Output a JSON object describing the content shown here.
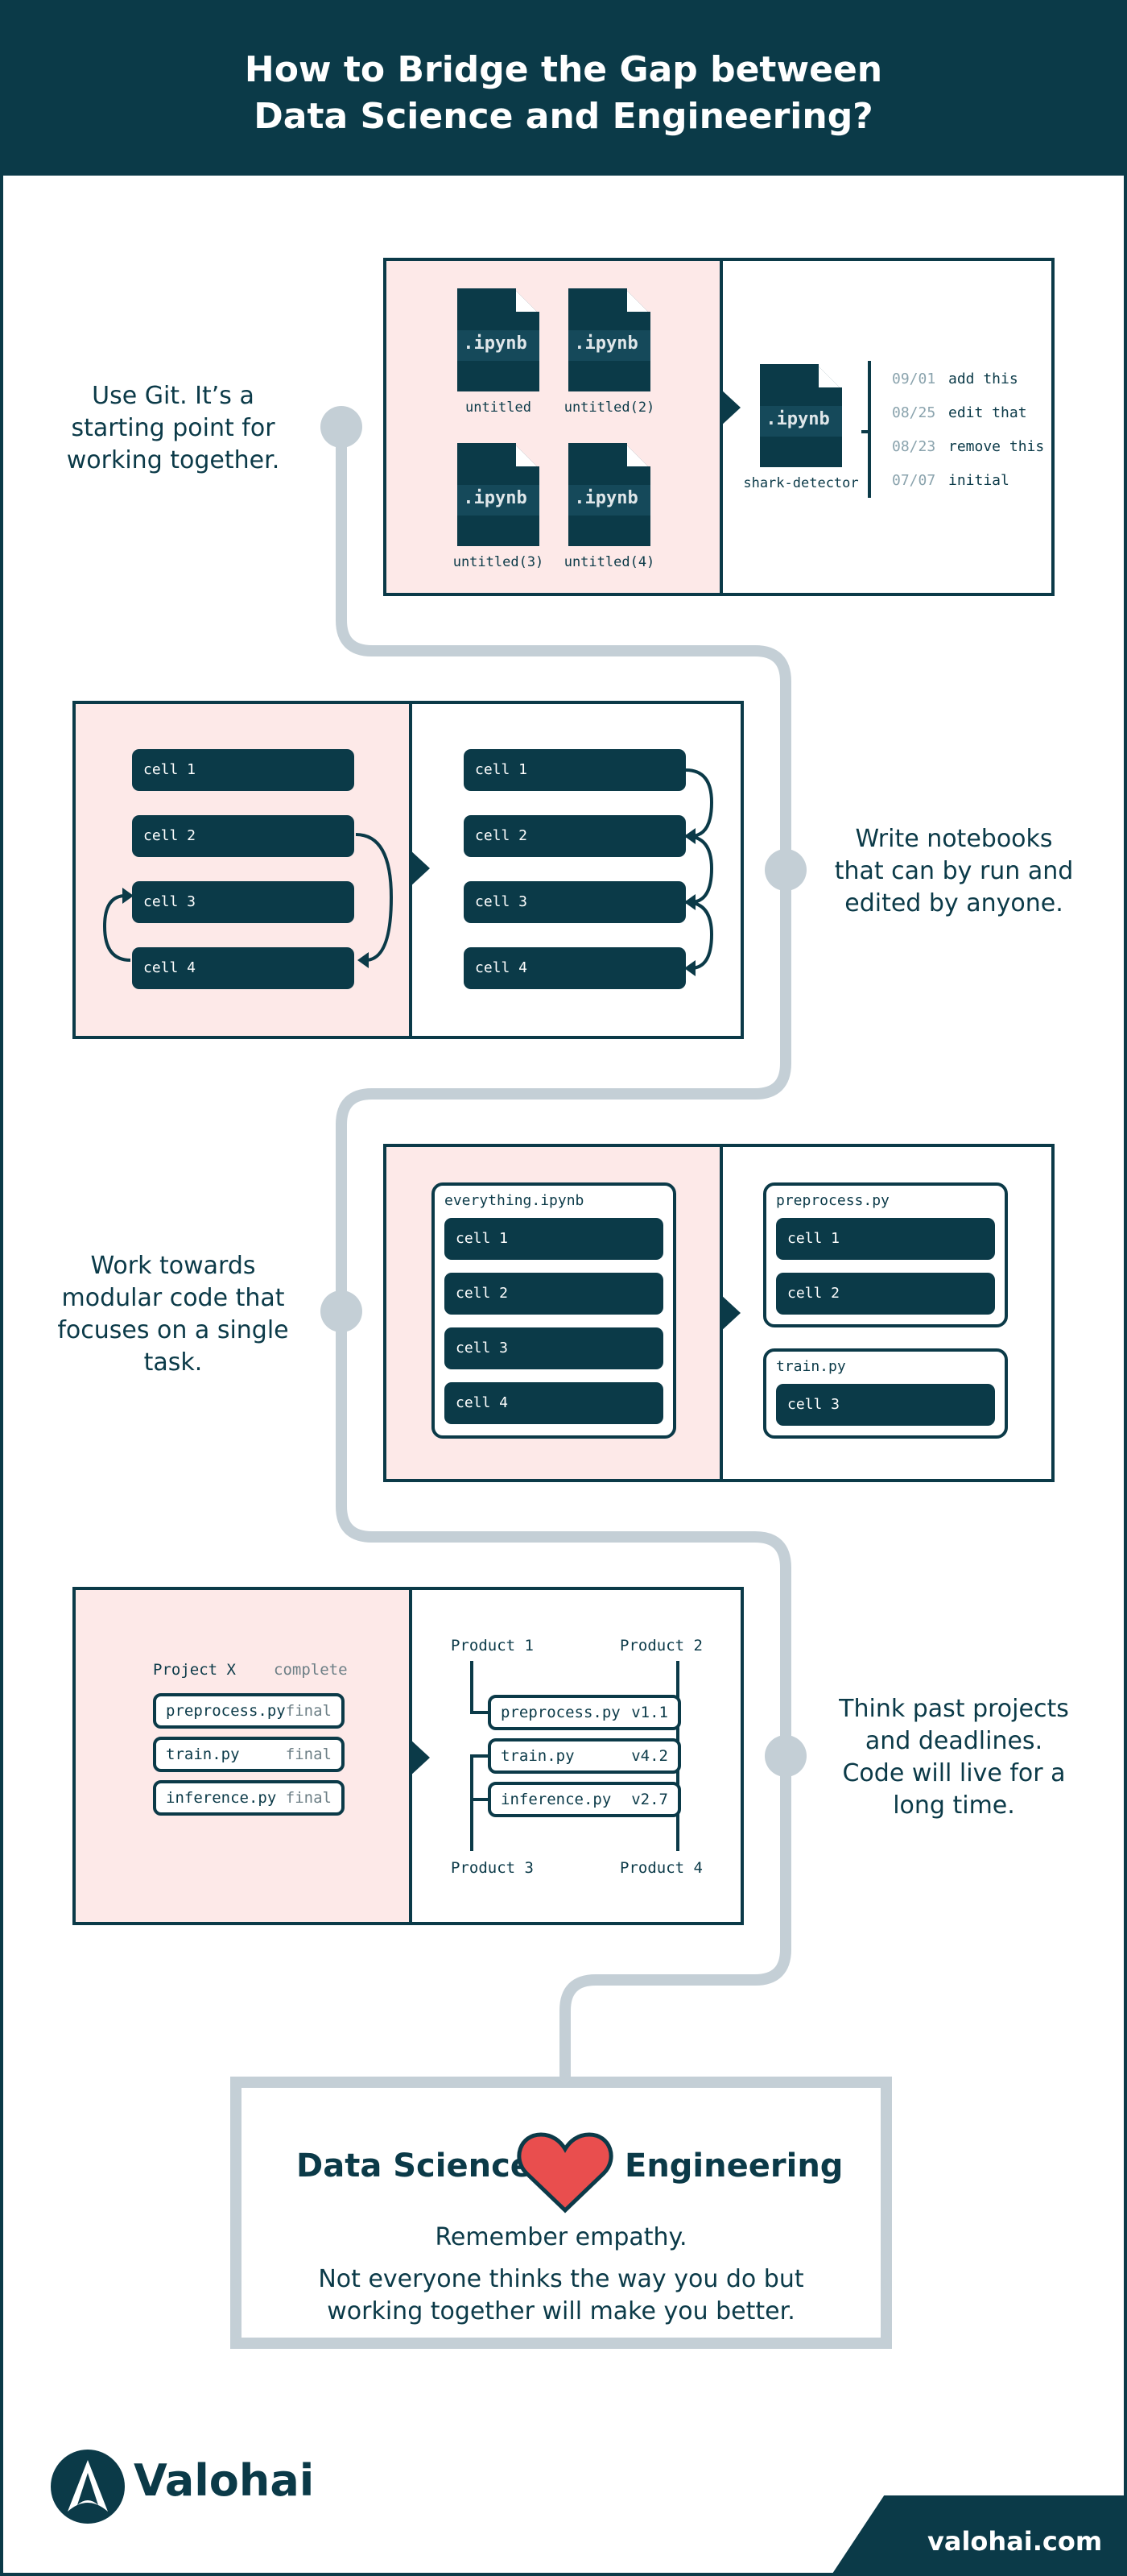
{
  "title": {
    "line1": "How to Bridge the Gap between",
    "line2": "Data Science and Engineering?"
  },
  "colors": {
    "dark": "#0b3a48",
    "pink": "#fde9e8",
    "path_gray": "#c4cfd6",
    "heart": "#e94e4e"
  },
  "steps": [
    {
      "text": [
        "Use Git. It’s a",
        "starting point  for",
        "working together."
      ],
      "files": [
        {
          "ext": ".ipynb",
          "label": "untitled"
        },
        {
          "ext": ".ipynb",
          "label": "untitled(2)"
        },
        {
          "ext": ".ipynb",
          "label": "untitled(3)"
        },
        {
          "ext": ".ipynb",
          "label": "untitled(4)"
        }
      ],
      "result_file": {
        "ext": ".ipynb",
        "label": "shark-detector"
      },
      "commits": [
        {
          "date": "09/01",
          "msg": "add this"
        },
        {
          "date": "08/25",
          "msg": "edit that"
        },
        {
          "date": "08/23",
          "msg": "remove this"
        },
        {
          "date": "07/07",
          "msg": "initial"
        }
      ]
    },
    {
      "text": [
        "Write notebooks",
        "that can by run and",
        "edited by anyone."
      ],
      "before_cells": [
        "cell 1",
        "cell 2",
        "cell 3",
        "cell 4"
      ],
      "after_cells": [
        "cell 1",
        "cell 2",
        "cell 3",
        "cell 4"
      ]
    },
    {
      "text": [
        "Work towards",
        "modular code that",
        "focuses on a single",
        "task."
      ],
      "notebook": {
        "name": "everything.ipynb",
        "cells": [
          "cell 1",
          "cell 2",
          "cell 3",
          "cell 4"
        ]
      },
      "modules": [
        {
          "name": "preprocess.py",
          "cells": [
            "cell 1",
            "cell 2"
          ]
        },
        {
          "name": "train.py",
          "cells": [
            "cell 3"
          ]
        }
      ]
    },
    {
      "text": [
        "Think past projects",
        "and deadlines.",
        "Code will live for a",
        "long time."
      ],
      "project": {
        "name": "Project X",
        "status": "complete",
        "files": [
          {
            "name": "preprocess.py",
            "tag": "final"
          },
          {
            "name": "train.py",
            "tag": "final"
          },
          {
            "name": "inference.py",
            "tag": "final"
          }
        ]
      },
      "products": [
        "Product 1",
        "Product 2",
        "Product 3",
        "Product 4"
      ],
      "libs": [
        {
          "name": "preprocess.py",
          "version": "v1.1"
        },
        {
          "name": "train.py",
          "version": "v4.2"
        },
        {
          "name": "inference.py",
          "version": "v2.7"
        }
      ]
    }
  ],
  "final": {
    "left": "Data Science",
    "right": "Engineering",
    "heading": "Remember empathy.",
    "body": [
      "Not everyone thinks the way you do but",
      "working together will make you better."
    ]
  },
  "brand": {
    "name": "Valohai",
    "url": "valohai.com"
  }
}
